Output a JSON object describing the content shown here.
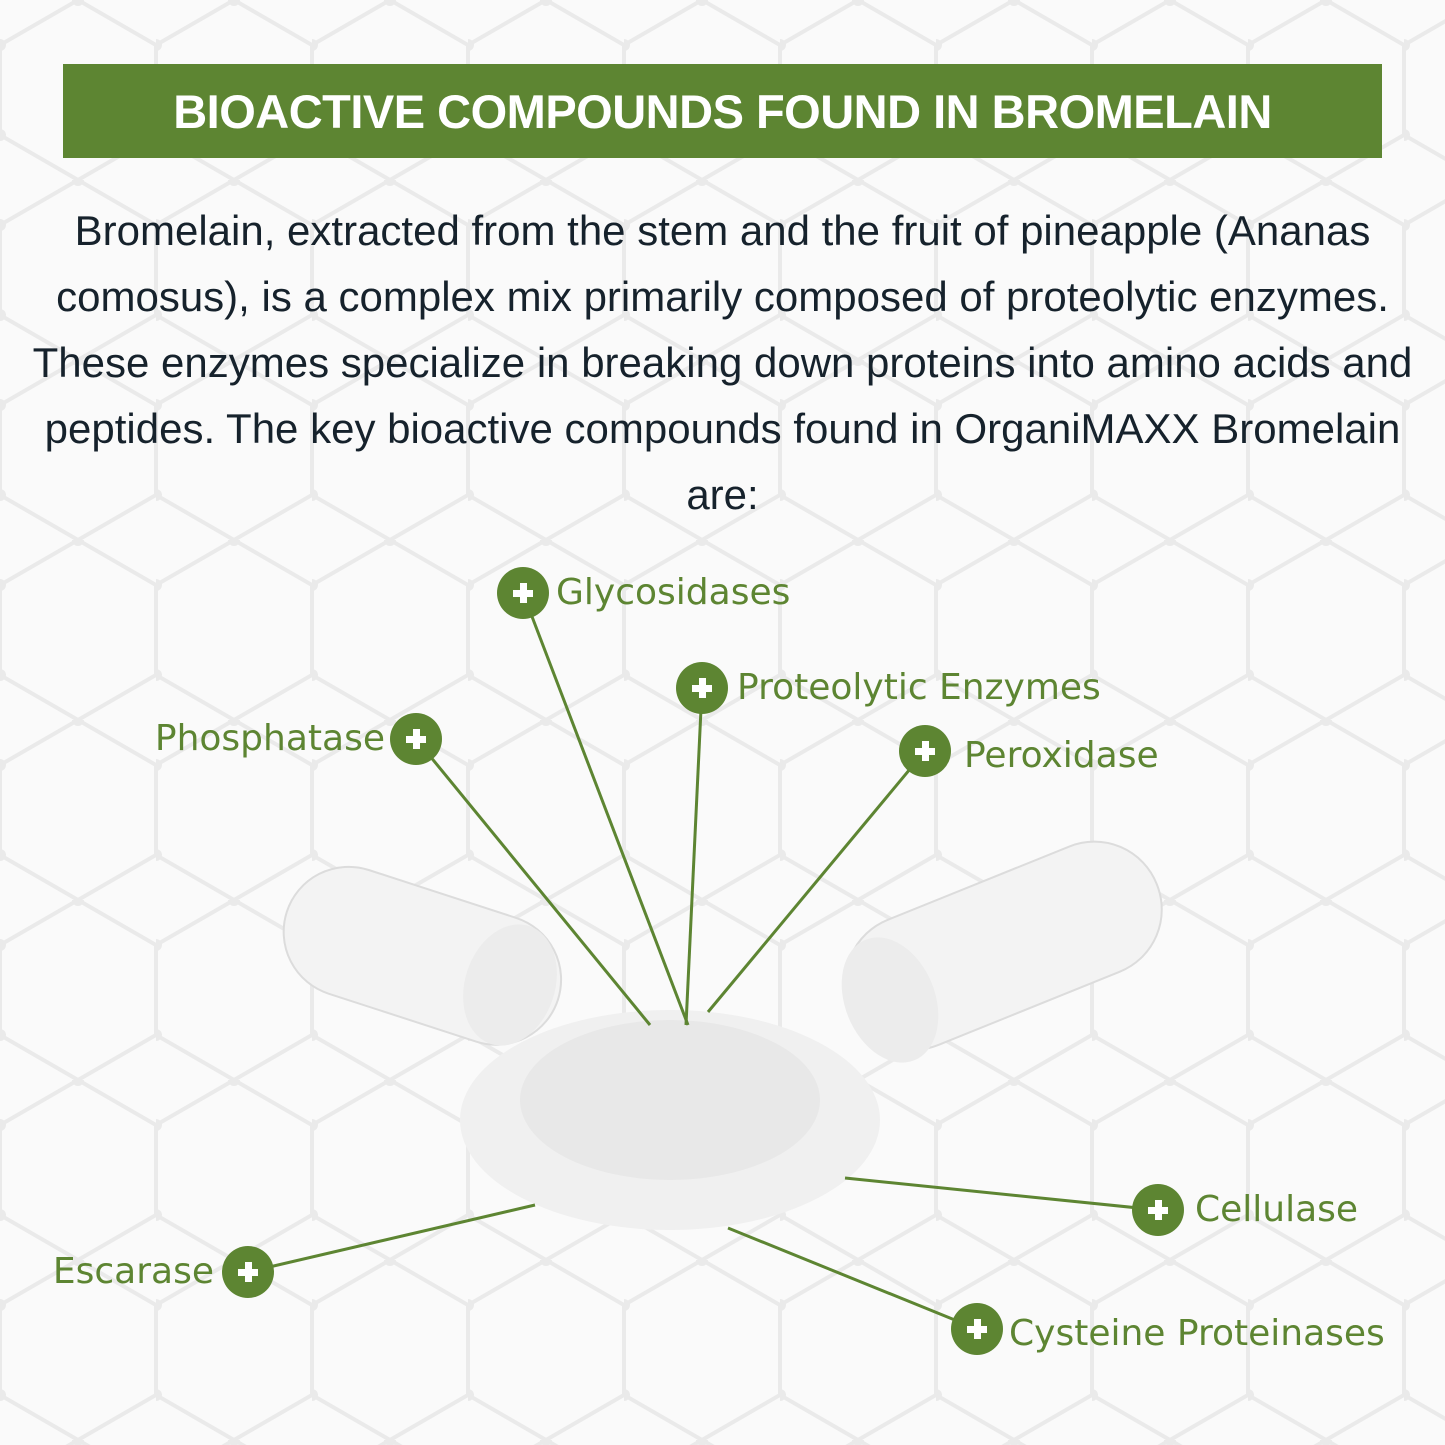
{
  "title": "BIOACTIVE COMPOUNDS FOUND IN BROMELAIN",
  "intro": "Bromelain, extracted from the stem and the fruit of pineapple (Ananas comosus), is a complex mix primarily composed of proteolytic enzymes. These enzymes specialize in breaking down proteins into amino acids and peptides. The key bioactive compounds found in OrganiMAXX Bromelain are:",
  "compounds": [
    {
      "label": "Glycosidases",
      "icon": "plus-icon"
    },
    {
      "label": "Proteolytic Enzymes",
      "icon": "plus-icon"
    },
    {
      "label": "Phosphatase",
      "icon": "plus-icon"
    },
    {
      "label": "Peroxidase",
      "icon": "plus-icon"
    },
    {
      "label": "Cellulase",
      "icon": "plus-icon"
    },
    {
      "label": "Escarase",
      "icon": "plus-icon"
    },
    {
      "label": "Cysteine Proteinases",
      "icon": "plus-icon"
    }
  ],
  "colors": {
    "accent": "#5d8532",
    "text": "#16222c"
  }
}
